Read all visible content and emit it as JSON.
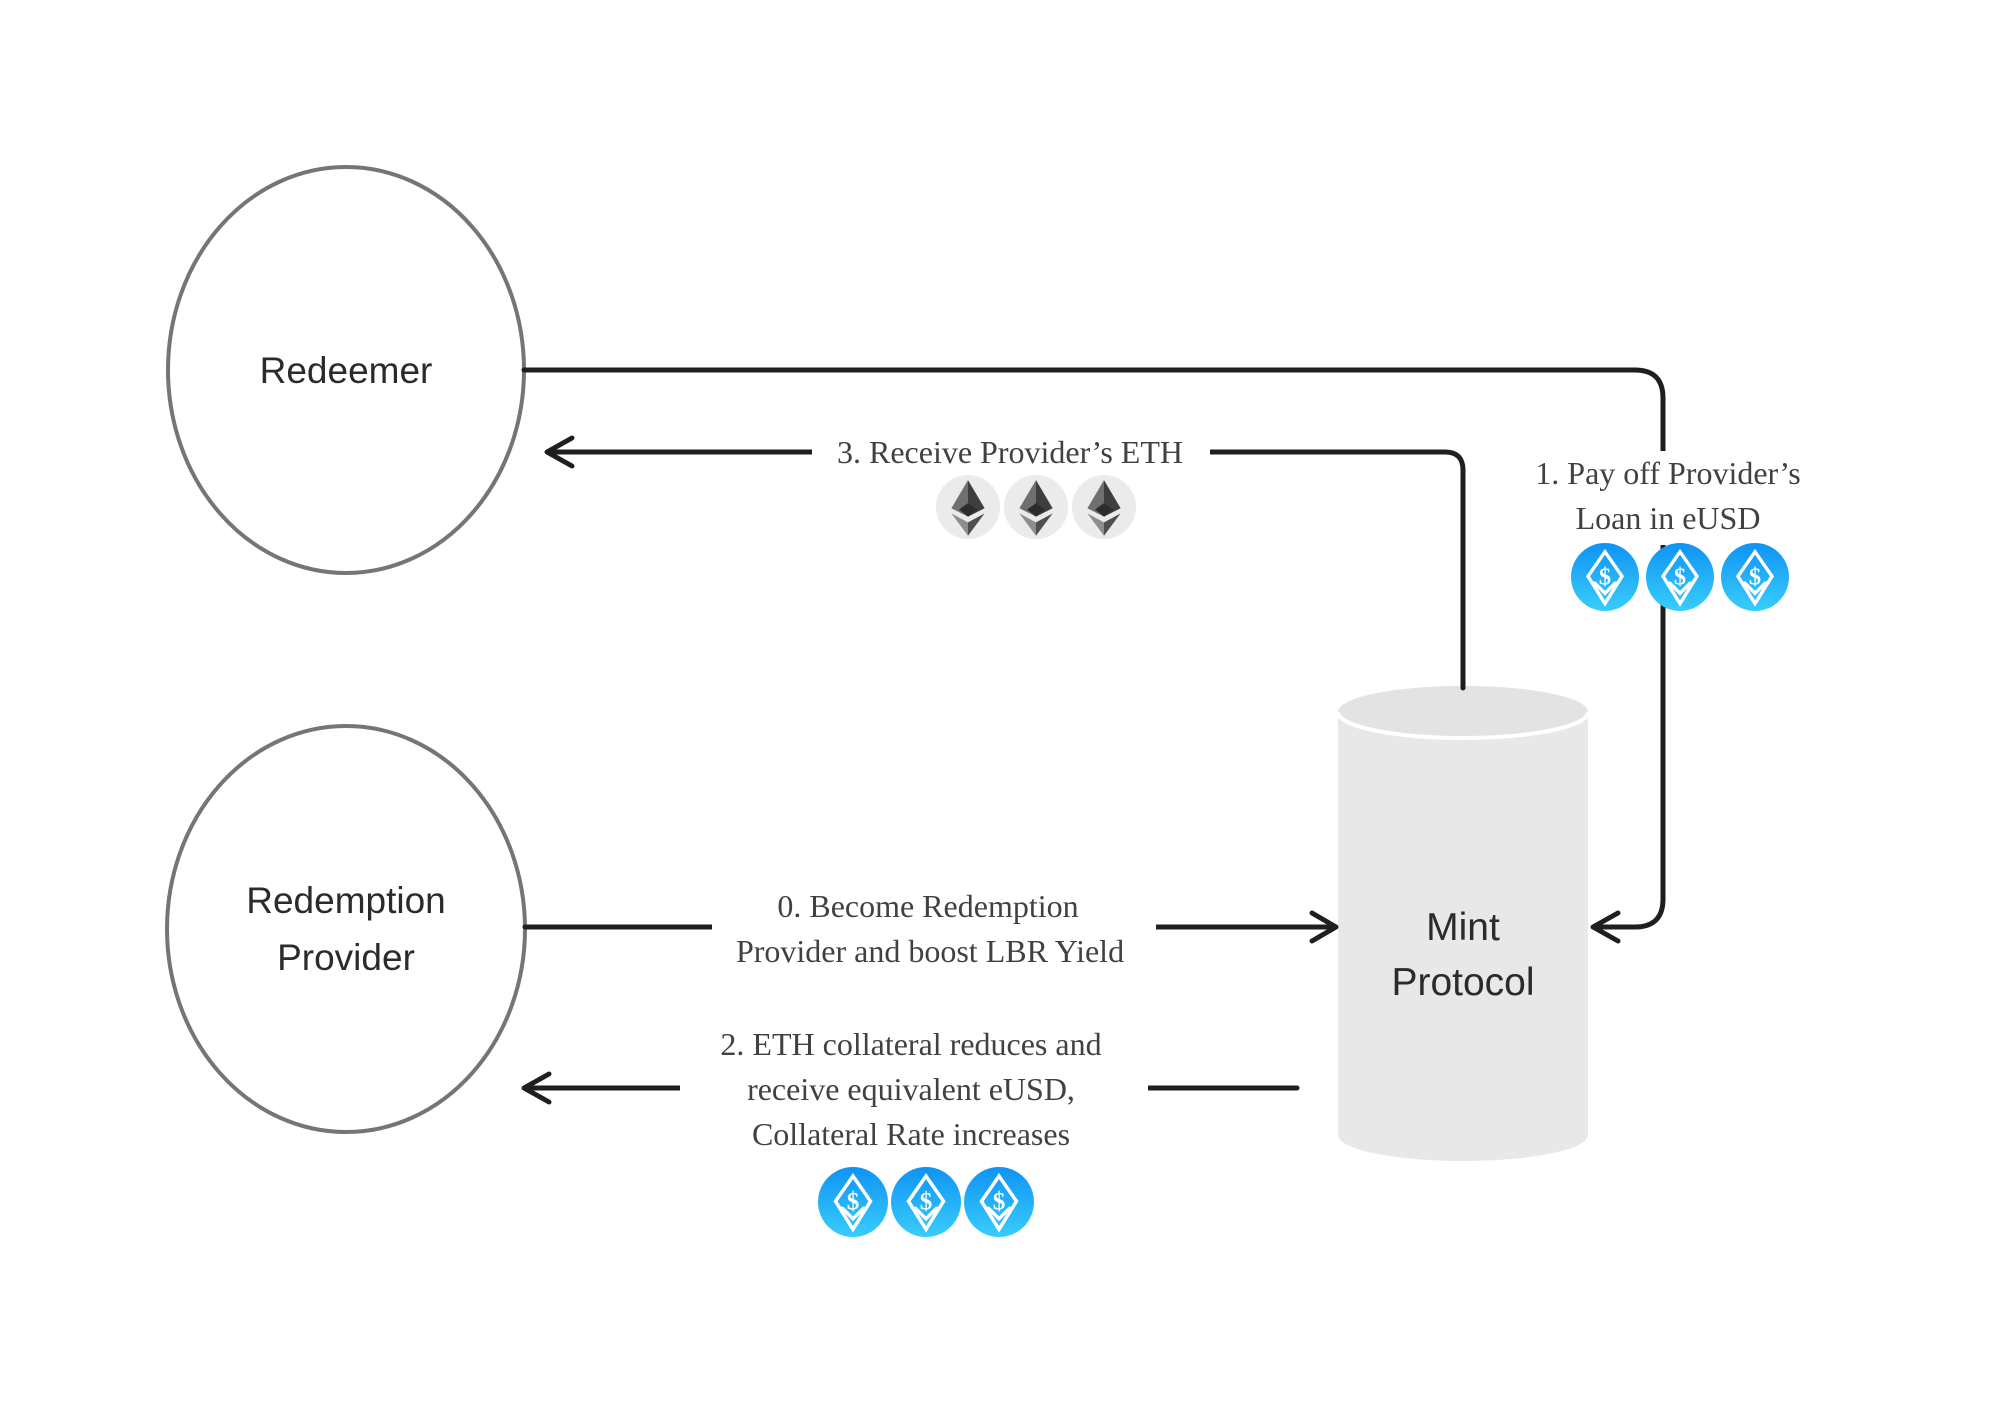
{
  "diagram": {
    "nodes": {
      "redeemer": {
        "label": "Redeemer"
      },
      "redemption_provider": {
        "line1": "Redemption",
        "line2": "Provider"
      },
      "mint_protocol": {
        "line1": "Mint",
        "line2": "Protocol"
      }
    },
    "flows": {
      "flow0": {
        "line1": "0. Become Redemption",
        "line2": "Provider and boost LBR Yield"
      },
      "flow1": {
        "line1": "1. Pay off Provider’s",
        "line2": "Loan in eUSD"
      },
      "flow2": {
        "line1": "2. ETH collateral reduces and",
        "line2": "receive equivalent eUSD,",
        "line3": "Collateral Rate increases"
      },
      "flow3": {
        "line1": "3. Receive Provider’s ETH"
      }
    },
    "icons": {
      "eth_coin": "ethereum-coin-icon",
      "eusd_coin": "eusd-coin-icon",
      "eusd_symbol": "$",
      "eth_count_flow3": 3,
      "eusd_count_flow1": 3,
      "eusd_count_flow2": 3
    },
    "colors": {
      "arrow": "#1f1f1f",
      "node_stroke": "#757575",
      "node_fill": "#ffffff",
      "node_label": "#2b2b2b",
      "flow_label": "#414141",
      "cylinder_fill": "#e8e8e8",
      "cylinder_top_fill": "#e3e3e3",
      "cylinder_rim": "#ffffff",
      "label_backdrop": "#ffffff",
      "eth_halo": "#ebebeb",
      "eth_light": "#6f6f6f",
      "eth_dark": "#3e3e3e",
      "eth_mid": "#8d8d8d",
      "eth_deep": "#4f4f4f",
      "eth_center": "#2c2c2c",
      "eusd_gradient_top": "#0f93f4",
      "eusd_gradient_bottom": "#38cdfb",
      "eusd_glyph": "#ffffff"
    }
  }
}
